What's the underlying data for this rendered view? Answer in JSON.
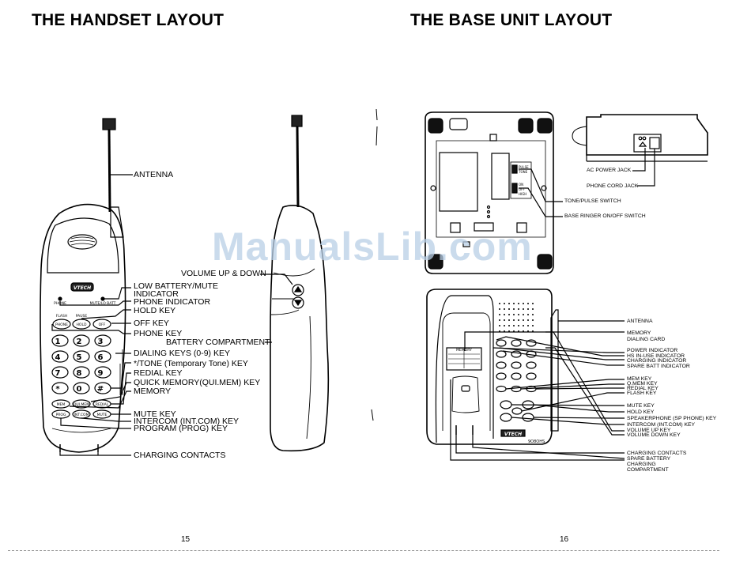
{
  "left_title": "THE HANDSET LAYOUT",
  "right_title": "THE BASE UNIT LAYOUT",
  "handset": {
    "brand": "VTECH",
    "labels": {
      "antenna": "ANTENNA",
      "volume": "VOLUME UP & DOWN",
      "low_battery_1": "LOW BATTERY/MUTE",
      "low_battery_2": "INDICATOR",
      "phone_indicator": "PHONE INDICATOR",
      "hold_key": "HOLD KEY",
      "off_key": "OFF KEY",
      "phone_key": "PHONE KEY",
      "battery": "BATTERY COMPARTMENT",
      "dialing": "DIALING KEYS (0-9) KEY",
      "tone": "*/TONE (Temporary Tone) KEY",
      "redial": "REDIAL KEY",
      "quick_memory": "QUICK MEMORY(QUI.MEM) KEY",
      "memory": "MEMORY",
      "mute": "MUTE KEY",
      "intercom": "INTERCOM (INT.COM) KEY",
      "program": "PROGRAM (PROG) KEY",
      "charging": "CHARGING CONTACTS"
    },
    "small": {
      "phone": "PHONE",
      "mute_low_batt": "MUTE/LO BATT",
      "flash": "FLASH",
      "pause": "PAUSE",
      "hold": "HOLD",
      "off": "OFF",
      "mem": "MEM",
      "quimem": "QUI.MEM",
      "redial": "REDIAL",
      "prog": "PROG",
      "intcom": "INT.COM",
      "mute": "MUTE"
    },
    "keys": [
      "1",
      "2",
      "3",
      "4",
      "5",
      "6",
      "7",
      "8",
      "9",
      "*",
      "0",
      "#"
    ]
  },
  "base": {
    "brand": "VTECH",
    "model": "9O8OHS",
    "labels": {
      "ac_power": "AC POWER JACK",
      "phone_cord": "PHONE CORD JACK",
      "tone_pulse": "TONE/PULSE SWITCH",
      "ringer": "BASE RINGER ON/OFF SWITCH",
      "antenna": "ANTENNA",
      "memory": "MEMORY",
      "dialing_card": "DIALING CARD",
      "power_ind": "POWER INDICATOR",
      "hs_in_use": "HS IN-USE INDICATOR",
      "charging_ind": "CHARGING INDICATOR",
      "spare_batt_ind": "SPARE BATT INDICATOR",
      "mem_key": "MEM KEY",
      "qmem_key": "Q.MEM KEY",
      "redial_key": "REDIAL KEY",
      "flash_key": "FLASH KEY",
      "mute_key": "MUTE KEY",
      "hold_key": "HOLD KEY",
      "speakerphone": "SPEAKERPHONE (SP PHONE) KEY",
      "intercom": "INTERCOM (INT.COM) KEY",
      "vol_up": "VOLUME UP KEY",
      "vol_down": "VOLUME DOWN KEY",
      "charging_contacts": "CHARGING CONTACTS",
      "spare_1": "SPARE BATTERY",
      "spare_2": "CHARGING",
      "spare_3": "COMPARTMENT"
    },
    "switch_small": {
      "pulse": "PULSE",
      "tone": "TONE",
      "on": "ON",
      "off": "OFF",
      "high": "HIGH"
    },
    "memory_card": "MEMORY"
  },
  "page_left": "15",
  "page_right": "16",
  "watermark": "ManualsLib.com"
}
